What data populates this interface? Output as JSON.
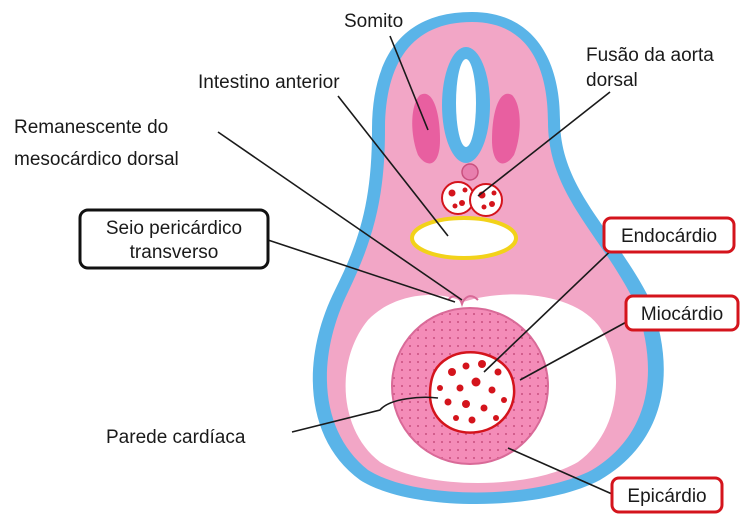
{
  "labels": {
    "somito": "Somito",
    "fusao_line1": "Fusão da aorta",
    "fusao_line2": "dorsal",
    "intestino": "Intestino anterior",
    "remanescente_line1": "Remanescente do",
    "remanescente_line2": "mesocárdico dorsal",
    "seio_line1": "Seio pericárdico",
    "seio_line2": "transverso",
    "endocardio": "Endocárdio",
    "miocardio": "Miocárdio",
    "parede": "Parede cardíaca",
    "epicardio": "Epicárdio"
  },
  "colors": {
    "ectoderm": "#5ab4e8",
    "mesoderm": "#f2a6c6",
    "somite": "#e85fa0",
    "pericardial_cavity": "#ffffff",
    "myocardium": "#f48cb8",
    "endocardium_spots": "#d4141c",
    "gut_outline": "#f2d21a",
    "highlight_box": "#d4141c"
  }
}
